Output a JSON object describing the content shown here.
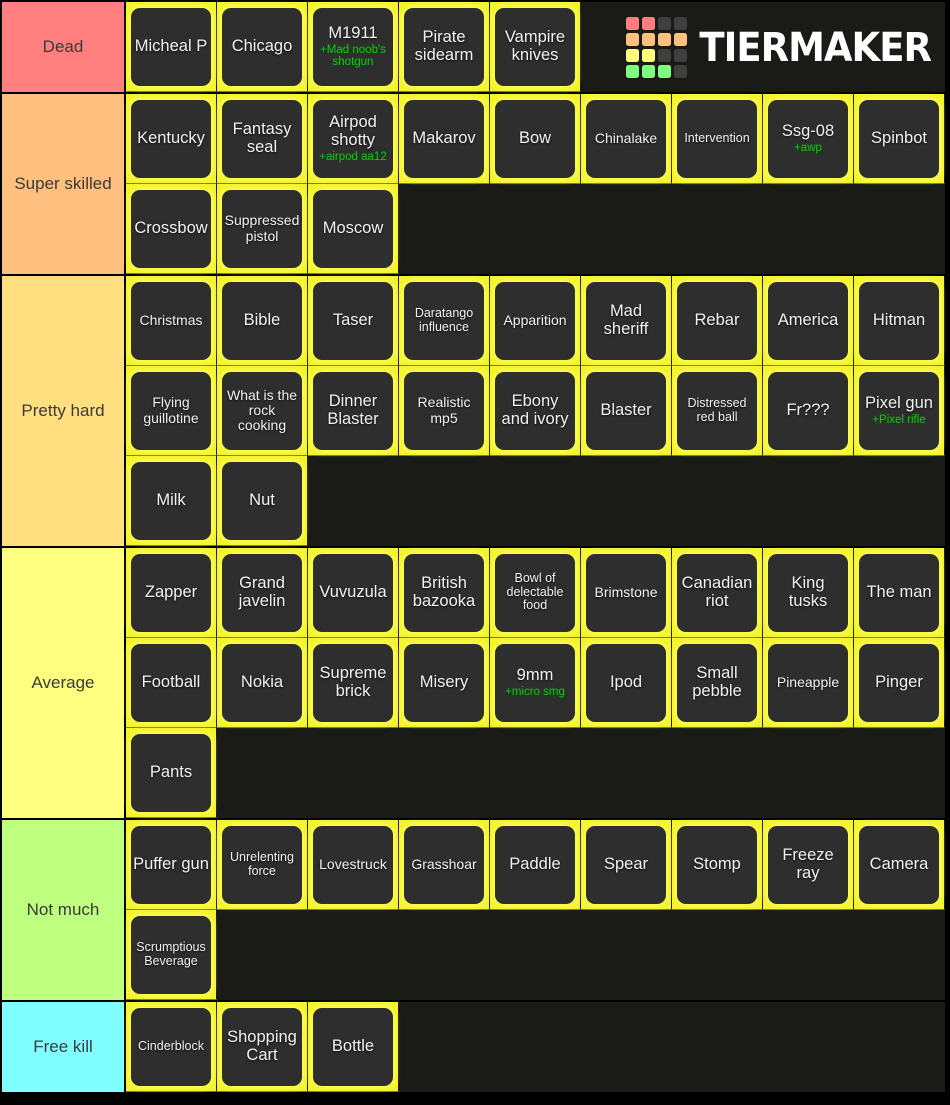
{
  "logo": {
    "text": "TIERMAKER",
    "grid": [
      "#ff7f7f",
      "#ff7f7f",
      "#3f3f3f",
      "#3f3f3f",
      "#ffbf7f",
      "#ffbf7f",
      "#ffbf7f",
      "#ffbf7f",
      "#ffff7f",
      "#ffff7f",
      "#3f3f3f",
      "#3f3f3f",
      "#7fff7f",
      "#7fff7f",
      "#7fff7f",
      "#3f3f3f"
    ]
  },
  "colors": {
    "cell_highlight": "#f3f32e",
    "tile_bg": "#2e2e2e",
    "row_bg": "#1a1a17",
    "sub_green": "#00d400"
  },
  "tiers": [
    {
      "label": "Dead",
      "color": "#ff7f7f",
      "items": [
        {
          "name": "Micheal P"
        },
        {
          "name": "Chicago"
        },
        {
          "name": "M1911",
          "sub": "+Mad noob's shotgun"
        },
        {
          "name": "Pirate sidearm"
        },
        {
          "name": "Vampire knives"
        }
      ]
    },
    {
      "label": "Super skilled",
      "color": "#ffbf7f",
      "items": [
        {
          "name": "Kentucky"
        },
        {
          "name": "Fantasy seal"
        },
        {
          "name": "Airpod shotty",
          "sub": "+airpod aa12"
        },
        {
          "name": "Makarov"
        },
        {
          "name": "Bow"
        },
        {
          "name": "Chinalake"
        },
        {
          "name": "Intervention"
        },
        {
          "name": "Ssg-08",
          "sub": "+awp"
        },
        {
          "name": "Spinbot"
        },
        {
          "name": "Crossbow"
        },
        {
          "name": "Suppressed pistol"
        },
        {
          "name": "Moscow"
        }
      ]
    },
    {
      "label": "Pretty hard",
      "color": "#ffdf7f",
      "items": [
        {
          "name": "Christmas"
        },
        {
          "name": "Bible"
        },
        {
          "name": "Taser"
        },
        {
          "name": "Daratango influence"
        },
        {
          "name": "Apparition"
        },
        {
          "name": "Mad sheriff"
        },
        {
          "name": "Rebar"
        },
        {
          "name": "America"
        },
        {
          "name": "Hitman"
        },
        {
          "name": "Flying guillotine"
        },
        {
          "name": "What is the rock cooking"
        },
        {
          "name": "Dinner Blaster"
        },
        {
          "name": "Realistic mp5"
        },
        {
          "name": "Ebony and ivory"
        },
        {
          "name": "Blaster"
        },
        {
          "name": "Distressed red ball"
        },
        {
          "name": "Fr???"
        },
        {
          "name": "Pixel gun",
          "sub": "+Pixel rifle"
        },
        {
          "name": "Milk"
        },
        {
          "name": "Nut"
        }
      ]
    },
    {
      "label": "Average",
      "color": "#ffff7f",
      "items": [
        {
          "name": "Zapper"
        },
        {
          "name": "Grand javelin"
        },
        {
          "name": "Vuvuzula"
        },
        {
          "name": "British bazooka"
        },
        {
          "name": "Bowl of delectable food"
        },
        {
          "name": "Brimstone"
        },
        {
          "name": "Canadian riot"
        },
        {
          "name": "King tusks"
        },
        {
          "name": "The man"
        },
        {
          "name": "Football"
        },
        {
          "name": "Nokia"
        },
        {
          "name": "Supreme brick"
        },
        {
          "name": "Misery"
        },
        {
          "name": "9mm",
          "sub": "+micro smg"
        },
        {
          "name": "Ipod"
        },
        {
          "name": "Small pebble"
        },
        {
          "name": "Pineapple"
        },
        {
          "name": "Pinger"
        },
        {
          "name": "Pants"
        }
      ]
    },
    {
      "label": "Not much",
      "color": "#bfff7f",
      "items": [
        {
          "name": "Puffer gun"
        },
        {
          "name": "Unrelenting force"
        },
        {
          "name": "Lovestruck"
        },
        {
          "name": "Grasshoar"
        },
        {
          "name": "Paddle"
        },
        {
          "name": "Spear"
        },
        {
          "name": "Stomp"
        },
        {
          "name": "Freeze ray"
        },
        {
          "name": "Camera"
        },
        {
          "name": "Scrumptious Beverage"
        }
      ]
    },
    {
      "label": "Free kill",
      "color": "#7fffff",
      "items": [
        {
          "name": "Cinderblock"
        },
        {
          "name": "Shopping Cart"
        },
        {
          "name": "Bottle"
        }
      ]
    }
  ]
}
